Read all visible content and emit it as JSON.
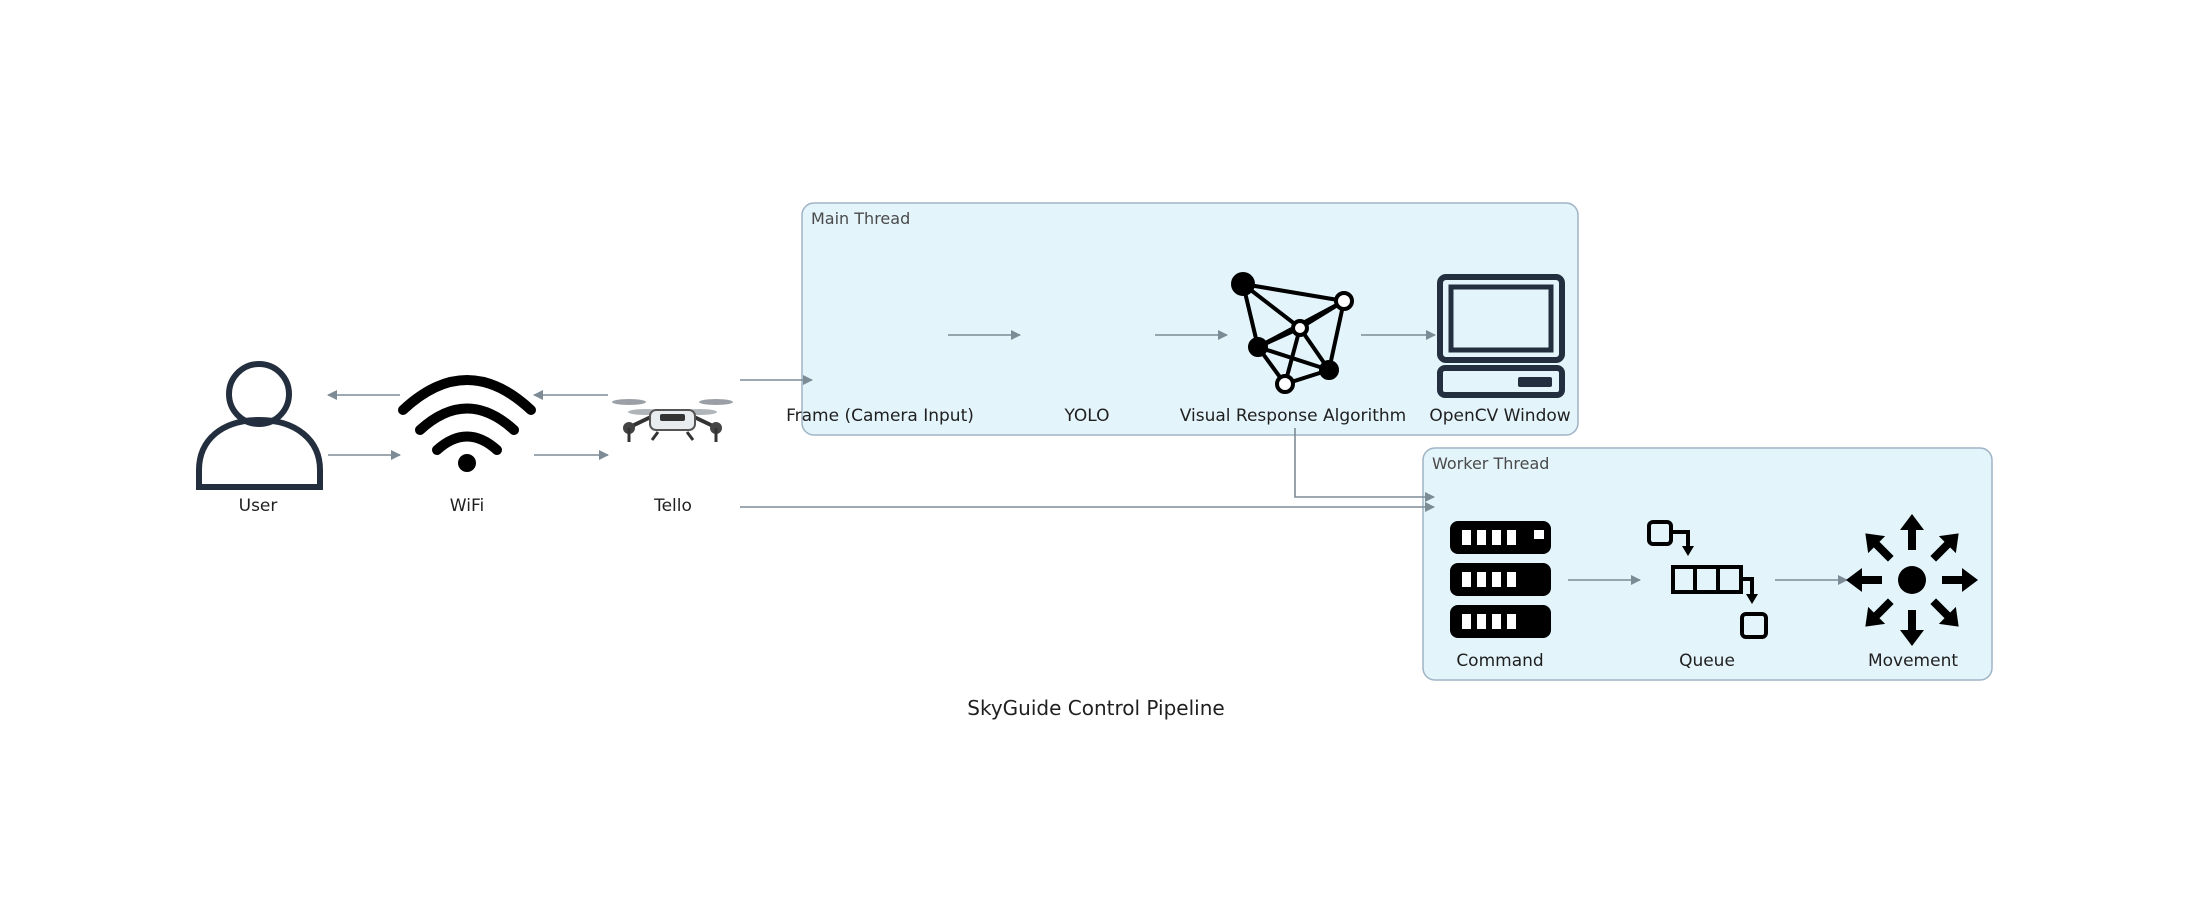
{
  "diagram": {
    "title": "SkyGuide Control Pipeline",
    "clusters": {
      "main": "Main Thread",
      "worker": "Worker Thread"
    },
    "nodes": {
      "user": "User",
      "wifi": "WiFi",
      "tello": "Tello",
      "frame": "Frame (Camera Input)",
      "yolo": "YOLO",
      "visual": "Visual Response Algorithm",
      "opencv": "OpenCV Window",
      "command": "Command",
      "queue": "Queue",
      "movement": "Movement"
    },
    "icons": {
      "user": "person-icon",
      "wifi": "wifi-icon",
      "tello": "drone-icon",
      "visual": "network-graph-icon",
      "opencv": "desktop-computer-icon",
      "command": "server-rack-icon",
      "queue": "queue-icon",
      "movement": "move-arrows-icon"
    },
    "colors": {
      "cluster_fill": "#e3f4fb",
      "cluster_border": "#9fb3c4",
      "edge": "#7d8b96",
      "icon_dark": "#232f3e"
    }
  }
}
